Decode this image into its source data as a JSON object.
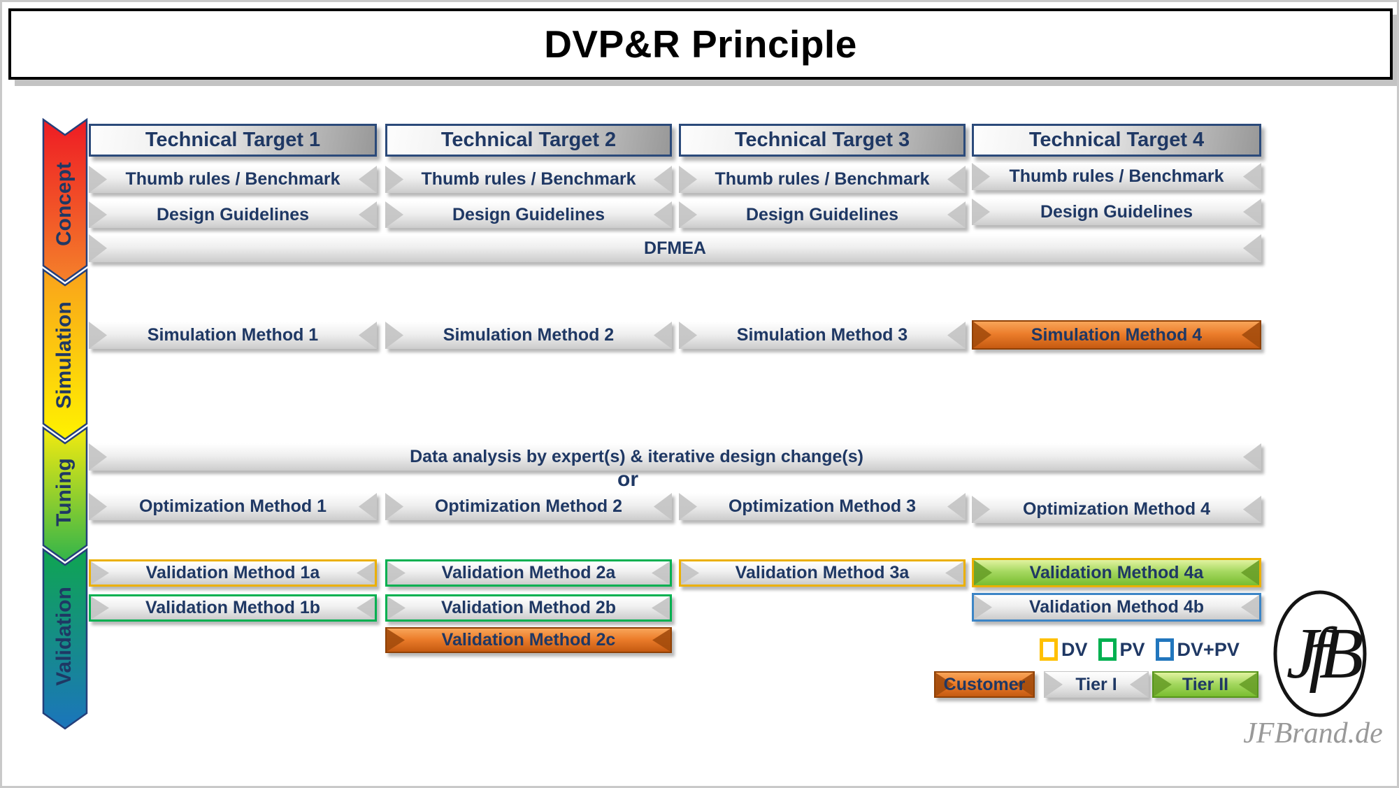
{
  "title": "DVP&R Principle",
  "phases": [
    {
      "label": "Concept"
    },
    {
      "label": "Simulation"
    },
    {
      "label": "Tuning"
    },
    {
      "label": "Validation"
    }
  ],
  "columns": [
    {
      "header": "Technical Target 1",
      "thumb": "Thumb rules / Benchmark",
      "design": "Design Guidelines",
      "simulation": "Simulation Method 1",
      "optimization": "Optimization Method 1",
      "validation_a": "Validation Method 1a",
      "validation_b": "Validation Method 1b"
    },
    {
      "header": "Technical Target 2",
      "thumb": "Thumb rules / Benchmark",
      "design": "Design Guidelines",
      "simulation": "Simulation Method 2",
      "optimization": "Optimization Method 2",
      "validation_a": "Validation Method 2a",
      "validation_b": "Validation Method 2b",
      "validation_c": "Validation Method 2c"
    },
    {
      "header": "Technical Target 3",
      "thumb": "Thumb rules / Benchmark",
      "design": "Design Guidelines",
      "simulation": "Simulation Method 3",
      "optimization": "Optimization Method 3",
      "validation_a": "Validation Method 3a"
    },
    {
      "header": "Technical Target 4",
      "thumb": "Thumb rules / Benchmark",
      "design": "Design Guidelines",
      "simulation": "Simulation Method 4",
      "optimization": "Optimization Method 4",
      "validation_a": "Validation Method 4a",
      "validation_b": "Validation Method 4b"
    }
  ],
  "bands": {
    "dfmea": "DFMEA",
    "data_analysis": "Data analysis by expert(s) & iterative design change(s)",
    "or": "or"
  },
  "legend": {
    "items": [
      {
        "label": "DV",
        "color": "#FFC000"
      },
      {
        "label": "PV",
        "color": "#00B050"
      },
      {
        "label": "DV+PV",
        "color": "#2176BD"
      }
    ]
  },
  "parties": [
    {
      "label": "Customer",
      "color": "#E97B28"
    },
    {
      "label": "Tier I",
      "color": "#E8E8E8"
    },
    {
      "label": "Tier II",
      "color": "#92D050"
    }
  ],
  "colors": {
    "navy_text": "#1F3864",
    "orange_highlight": "#E97B28",
    "green_highlight": "#92D050",
    "arrow_top_red": "#EE1B24",
    "arrow_yellow": "#FFF200",
    "arrow_green": "#33B44A",
    "arrow_bottom_blue": "#1B75BC"
  },
  "logo": {
    "monogram": "JfB",
    "site": "JFBrand.de"
  }
}
